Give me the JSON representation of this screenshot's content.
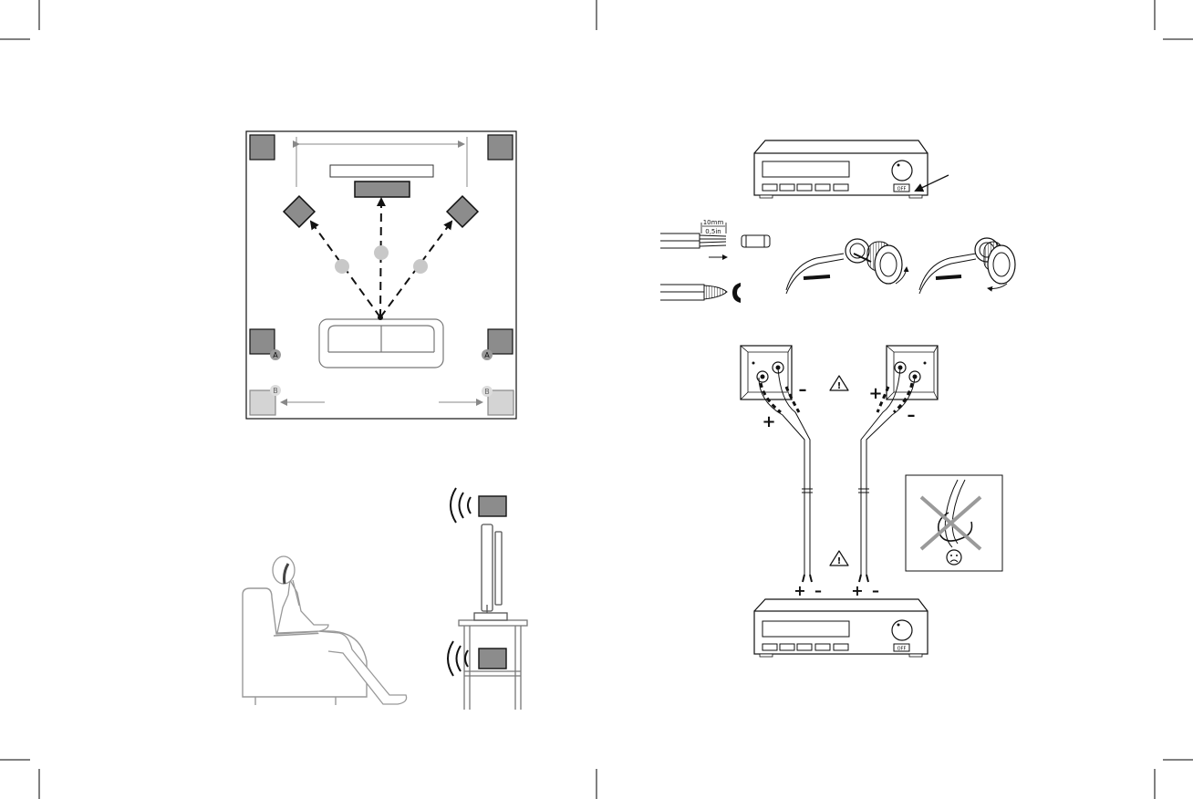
{
  "room_layout": {
    "zone_a_label": "A",
    "zone_b_label": "B"
  },
  "wire_prep": {
    "strip_length_metric": "10mm",
    "strip_length_imperial": "0,5in"
  },
  "amplifier": {
    "power_button_label": "OFF"
  },
  "wiring": {
    "plus": "+",
    "minus": "–",
    "warning_glyph": "!"
  },
  "colors": {
    "line": "#111111",
    "speaker_fill": "#8c8c8c",
    "zone_b_fill": "#d4d4d4",
    "light_gray": "#c8c8c8",
    "guide_line": "#888888",
    "error_mark": "#9a9a9a"
  }
}
